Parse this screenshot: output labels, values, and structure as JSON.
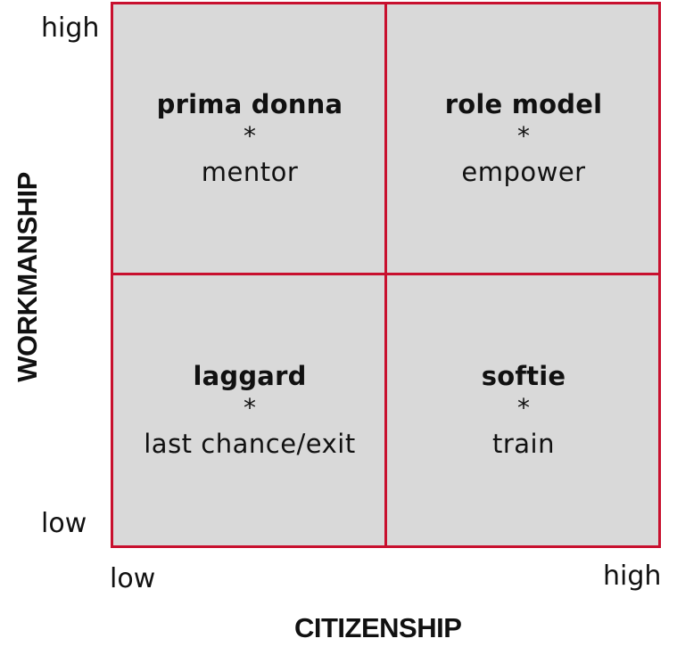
{
  "axes": {
    "y_title": "WORKMANSHIP",
    "x_title": "CITIZENSHIP",
    "y_high": "high",
    "y_low": "low",
    "x_low": "low",
    "x_high": "high"
  },
  "quadrants": {
    "top_left": {
      "title": "prima donna",
      "separator": "*",
      "action": "mentor"
    },
    "top_right": {
      "title": "role model",
      "separator": "*",
      "action": "empower"
    },
    "bottom_left": {
      "title": "laggard",
      "separator": "*",
      "action": "last chance/exit"
    },
    "bottom_right": {
      "title": "softie",
      "separator": "*",
      "action": "train"
    }
  },
  "colors": {
    "border": "#c8102e",
    "fill": "#d9d9d9",
    "text": "#111111"
  }
}
